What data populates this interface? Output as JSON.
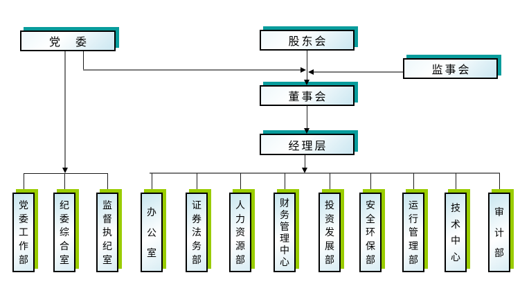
{
  "diagram": {
    "type": "org-chart",
    "nodes": {
      "party_committee": "党　委",
      "shareholders": "股东会",
      "supervisory_board": "监事会",
      "board_of_directors": "董事会",
      "management": "经理层"
    },
    "party_departments": [
      "党委工作部",
      "纪委综合室",
      "监督执纪室"
    ],
    "management_departments": [
      "办公室",
      "证券法务部",
      "人力资源部",
      "财务管理中心",
      "投资发展部",
      "安全环保部",
      "运行管理部",
      "技术中心",
      "审计部"
    ],
    "edges": [
      {
        "from": "party_committee",
        "to": "board_of_directors",
        "arrow": true
      },
      {
        "from": "supervisory_board",
        "to": "board_of_directors",
        "arrow": true
      },
      {
        "from": "shareholders",
        "to": "board_of_directors",
        "arrow": true
      },
      {
        "from": "board_of_directors",
        "to": "management",
        "arrow": true
      },
      {
        "from": "party_committee",
        "to": "party_departments",
        "arrow": true
      },
      {
        "from": "management",
        "to": "management_departments",
        "arrow": true
      }
    ],
    "colors": {
      "teal_shadow": "#089c9c",
      "green_shadow": "#99cc00",
      "box_fill_blue": "#cbe7f1",
      "box_fill_white": "#ffffff",
      "border": "#000000",
      "gray_line": "#7a7a7a"
    }
  }
}
